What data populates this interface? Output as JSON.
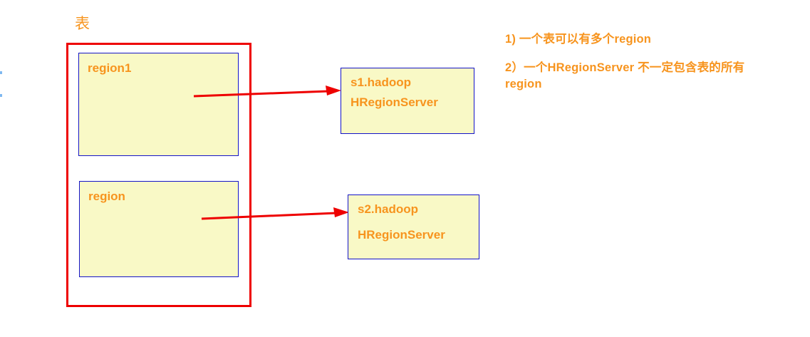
{
  "diagram": {
    "table_caption": "表",
    "regions": [
      {
        "label": "region1"
      },
      {
        "label": "region"
      }
    ],
    "servers": [
      {
        "host": "s1.hadoop",
        "role": "HRegionServer"
      },
      {
        "host": "s2.hadoop",
        "role": "HRegionServer"
      }
    ],
    "notes": [
      "1) 一个表可以有多个region",
      "2）一个HRegionServer 不一定包含表的所有region"
    ],
    "colors": {
      "accent_text": "#F7941E",
      "box_fill": "#F9F9C6",
      "box_border": "#1414C8",
      "table_border": "#EE0000",
      "arrow": "#EE0000"
    }
  }
}
